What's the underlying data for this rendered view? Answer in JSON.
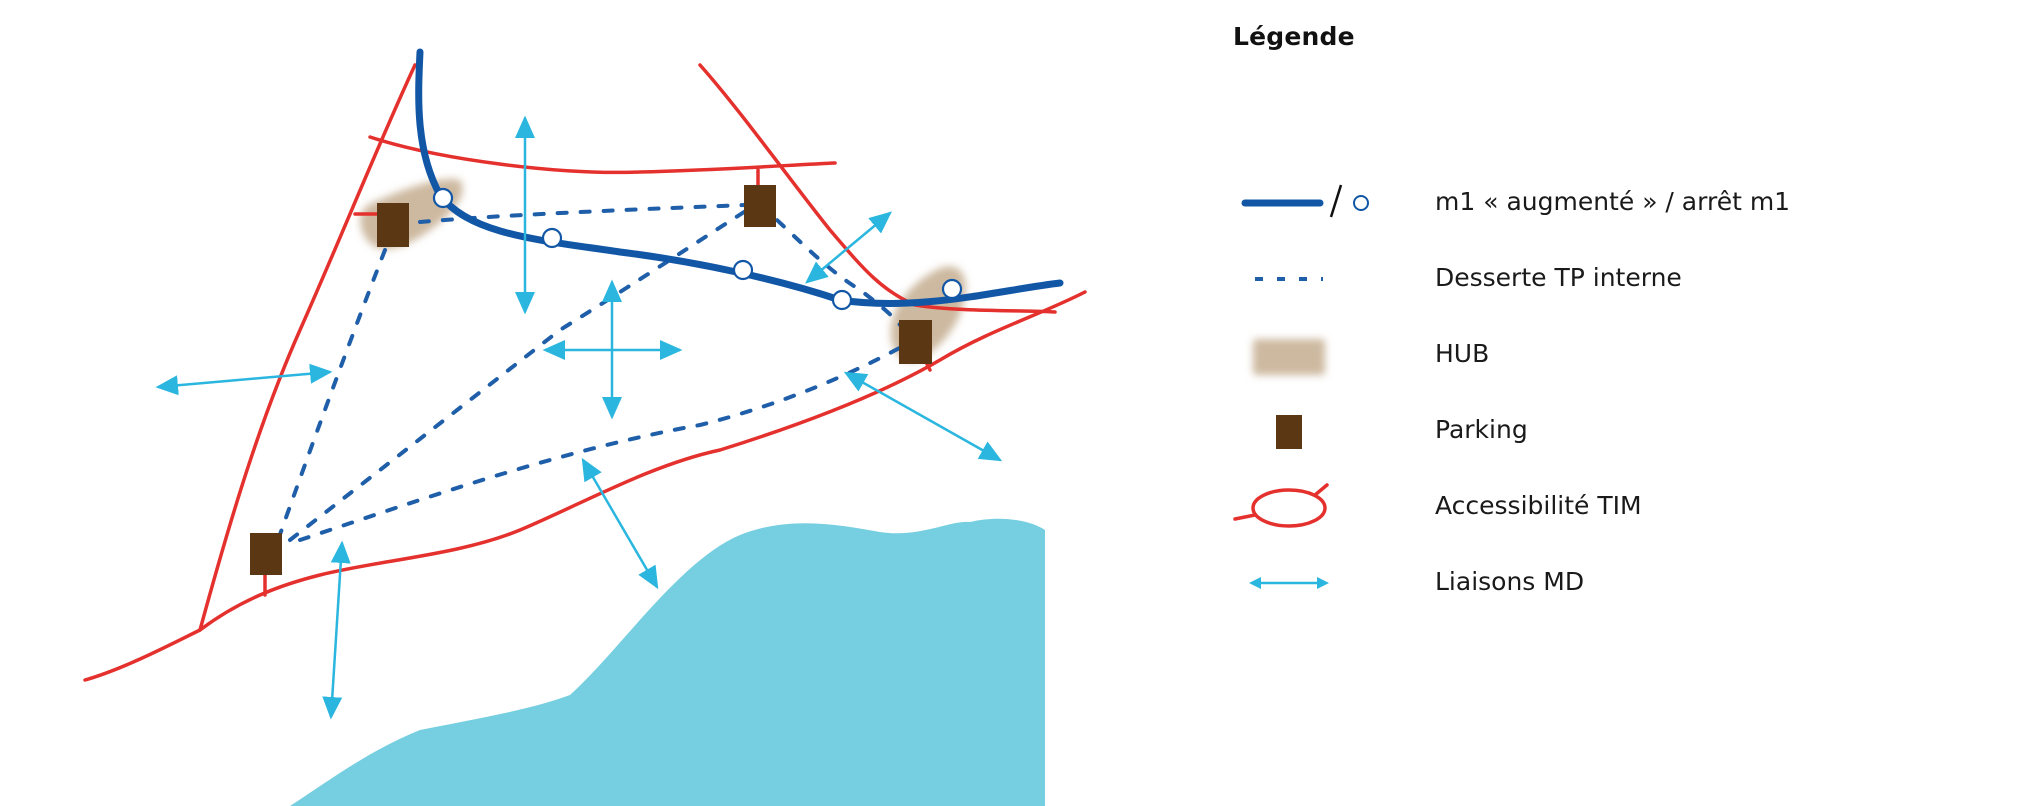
{
  "legend": {
    "title": "Légende",
    "items": [
      {
        "symbol": "metro-line-and-stop-icon",
        "label": "m1 « augmenté »  / arrêt m1"
      },
      {
        "symbol": "dashed-line-icon",
        "label": "Desserte TP interne"
      },
      {
        "symbol": "hub-patch-icon",
        "label": "HUB"
      },
      {
        "symbol": "parking-square-icon",
        "label": "Parking"
      },
      {
        "symbol": "road-loop-icon",
        "label": "Accessibilité TIM"
      },
      {
        "symbol": "double-arrow-icon",
        "label": "Liaisons MD"
      }
    ]
  },
  "colors": {
    "metro": "#1257a6",
    "internal_pt": "#1f5ea8",
    "hub": "#cdb9a0",
    "parking": "#5c3714",
    "road": "#e4312d",
    "soft_mobility": "#2ab6de",
    "water": "#76cfe0"
  }
}
